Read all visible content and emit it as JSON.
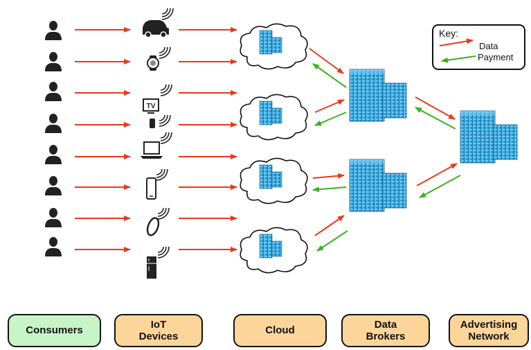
{
  "key": {
    "title": "Key:",
    "items": [
      {
        "label": "Data",
        "color": "#e8391c"
      },
      {
        "label": "Payment",
        "color": "#3db01f"
      }
    ]
  },
  "categories": [
    {
      "lines": [
        "Consumers"
      ],
      "color": "#c8f5c8"
    },
    {
      "lines": [
        "IoT",
        "Devices"
      ],
      "color": "#fcd59a"
    },
    {
      "lines": [
        "Cloud"
      ],
      "color": "#fcd59a"
    },
    {
      "lines": [
        "Data",
        "Brokers"
      ],
      "color": "#fcd59a"
    },
    {
      "lines": [
        "Advertising",
        "Network"
      ],
      "color": "#fcd59a"
    }
  ],
  "devices": [
    {
      "icon": "car-icon",
      "label": ""
    },
    {
      "icon": "smartwatch-icon",
      "label": ""
    },
    {
      "icon": "tv-icon",
      "label": "TV"
    },
    {
      "icon": "thermostat-icon",
      "label": ""
    },
    {
      "icon": "laptop-icon",
      "label": ""
    },
    {
      "icon": "smartphone-icon",
      "label": ""
    },
    {
      "icon": "fitness-band-icon",
      "label": ""
    },
    {
      "icon": "refrigerator-icon",
      "label": ""
    }
  ],
  "colors": {
    "data": "#e8391c",
    "payment": "#3db01f",
    "building": "#2a9fd6",
    "building_dark": "#1672a8"
  }
}
